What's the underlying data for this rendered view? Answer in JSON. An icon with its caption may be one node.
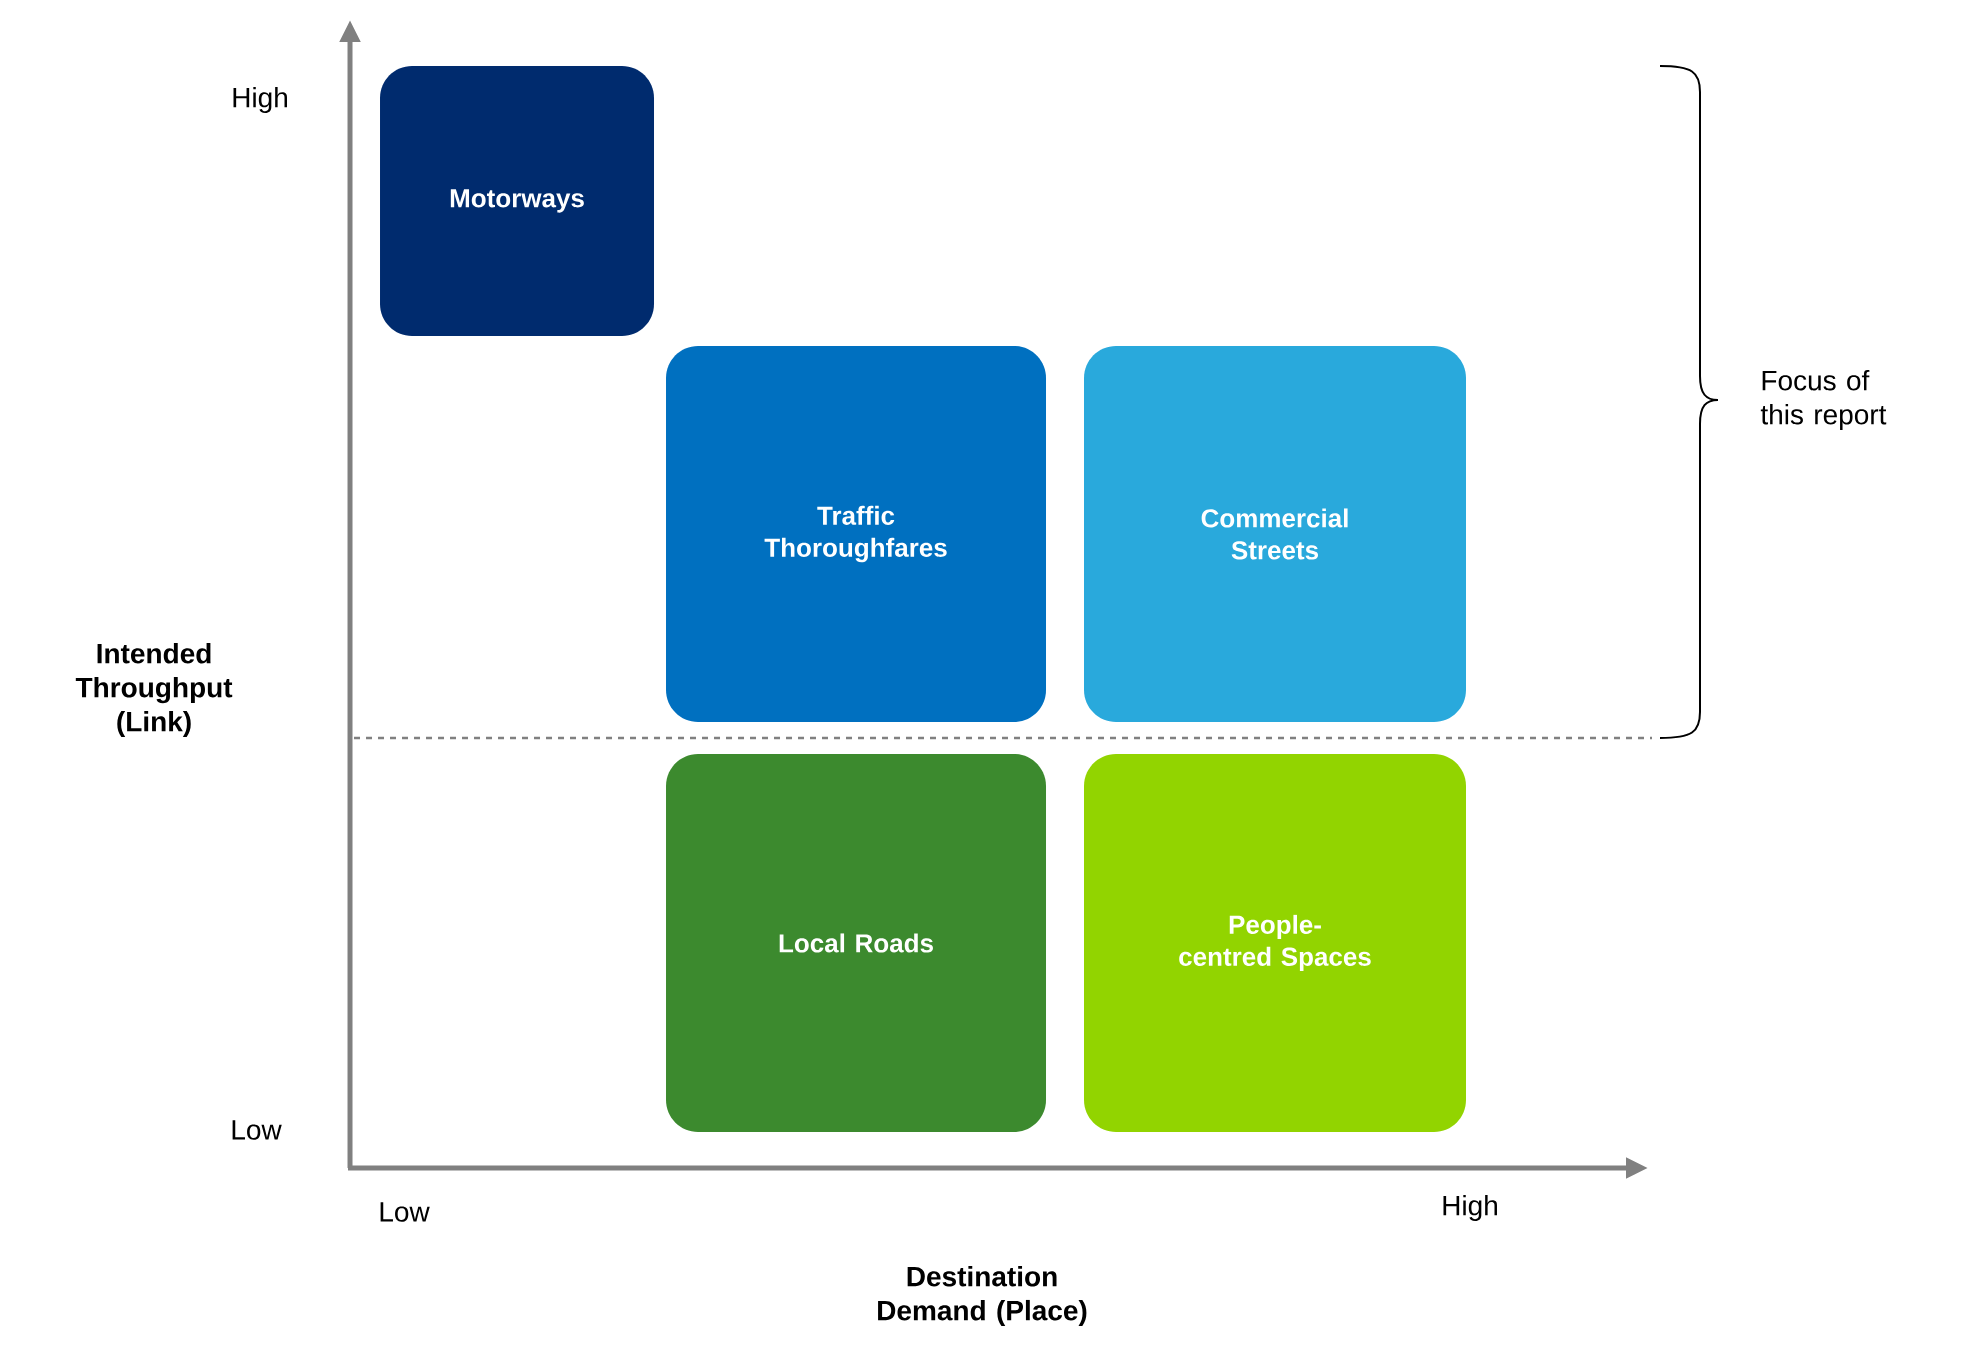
{
  "diagram": {
    "nodes": [
      {
        "text": [
          "Motorways"
        ]
      },
      {
        "text": [
          "Traffic Thoroughfares"
        ]
      },
      {
        "text": [
          "Commercial Streets"
        ]
      },
      {
        "text": [
          "Local Roads"
        ]
      },
      {
        "text": [
          "People-centred Spaces"
        ]
      }
    ],
    "labels": [
      "High",
      "Focus of this report",
      "Intended Throughput (Link)",
      "Low",
      "Low",
      "High",
      "Destination Demand (Place)"
    ]
  }
}
